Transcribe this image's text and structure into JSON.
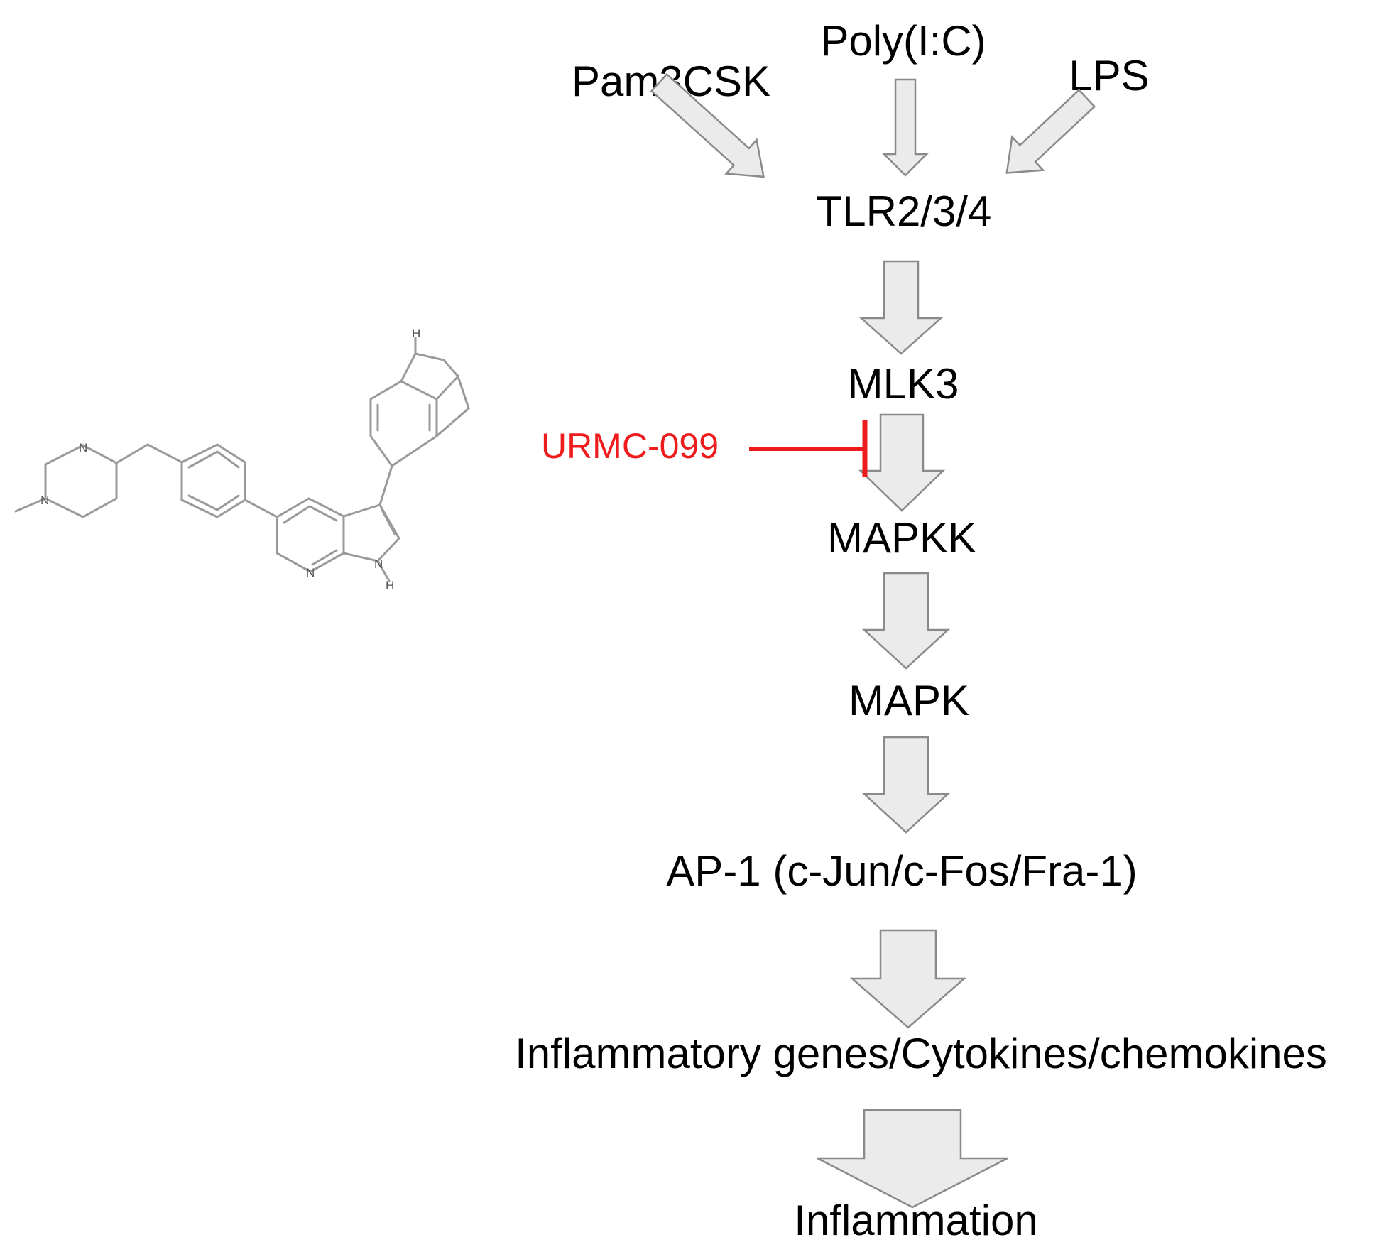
{
  "labels": {
    "pam3csk": "Pam3CSK",
    "polyic": "Poly(I:C)",
    "lps": "LPS",
    "tlr": "TLR2/3/4",
    "mlk3": "MLK3",
    "urmc": "URMC-099",
    "mapkk": "MAPKK",
    "mapk": "MAPK",
    "ap1": "AP-1 (c-Jun/c-Fos/Fra-1)",
    "genes": "Inflammatory genes/Cytokines/chemokines",
    "inflammation": "Inflammation"
  },
  "molecule": {
    "atoms": {
      "n1": "N",
      "n2": "N",
      "n3": "N",
      "n4": "N",
      "h1": "H",
      "h2": "H"
    }
  },
  "colors": {
    "inhibitor": "#ee1c1c",
    "arrow_fill": "#ebebeb",
    "arrow_stroke": "#8a8a8a"
  }
}
